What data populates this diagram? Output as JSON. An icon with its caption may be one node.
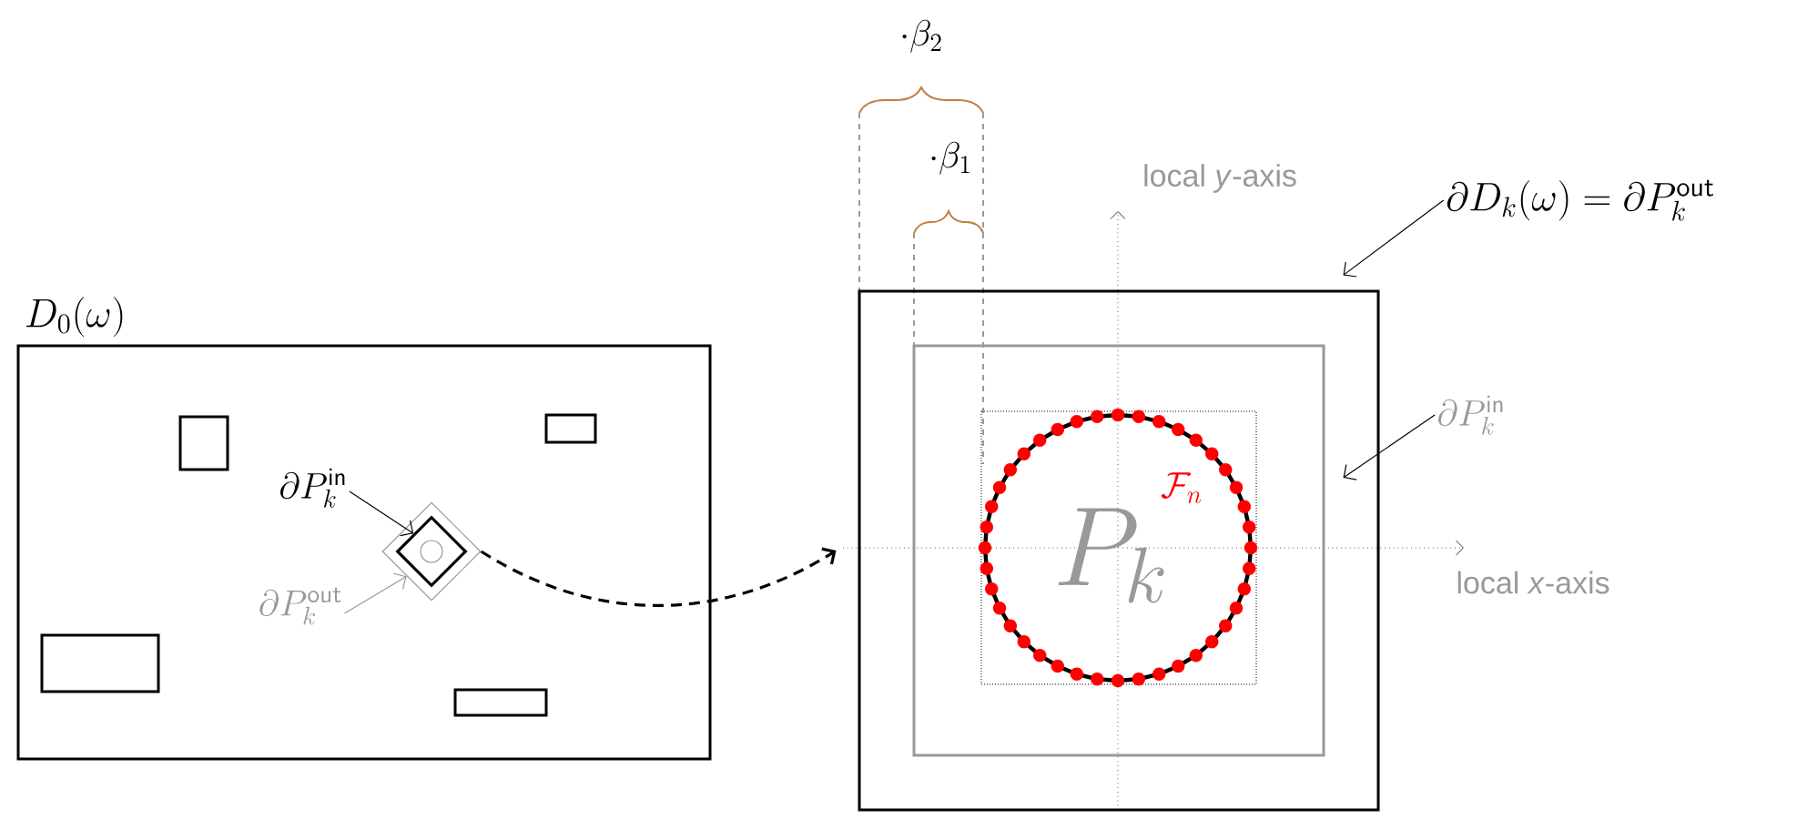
{
  "diagram": {
    "nodes": [
      {
        "text": [
          "D_0(\\omega)"
        ]
      },
      {
        "text": [],
        "shape": "box",
        "in": 0
      },
      {
        "text": [],
        "shape": "box",
        "in": 0
      },
      {
        "text": [],
        "shape": "box",
        "in": 0
      },
      {
        "text": [],
        "shape": "box",
        "in": 0
      },
      {
        "text": [],
        "shape": "diamond",
        "in": 0
      },
      {
        "text": [],
        "shape": "diamond",
        "in": 5
      },
      {
        "text": [
          "\\partial P_k^{\\mathsf{in}}"
        ],
        "in": 0
      },
      {
        "text": [
          "\\partial P_k^{\\mathsf{out}}"
        ],
        "in": 0
      },
      {
        "text": [],
        "shape": "box"
      },
      {
        "text": [],
        "shape": "box",
        "in": 9
      },
      {
        "text": [
          "\\mathcal{F}_n",
          "P_k"
        ],
        "in": 10
      },
      {
        "text": [
          "\\partial D_k(\\omega) = \\partial P_k^{\\mathsf{out}}"
        ]
      },
      {
        "text": [
          "\\partial P_k^{\\mathsf{in}}"
        ]
      }
    ],
    "edges": [
      {
        "from": 5,
        "to": 9,
        "arrow": "to",
        "style": "dashed"
      },
      {
        "from": 7,
        "to": 6,
        "arrow": "to"
      },
      {
        "from": 8,
        "to": 5,
        "arrow": "to",
        "color": "#999999"
      },
      {
        "from": 12,
        "to": 9,
        "arrow": "to"
      },
      {
        "from": 13,
        "to": 10,
        "arrow": "to"
      }
    ],
    "labels": [
      "\\cdot\\beta_2",
      "\\cdot\\beta_1",
      "local *y*-axis",
      "local *x*-axis"
    ]
  }
}
